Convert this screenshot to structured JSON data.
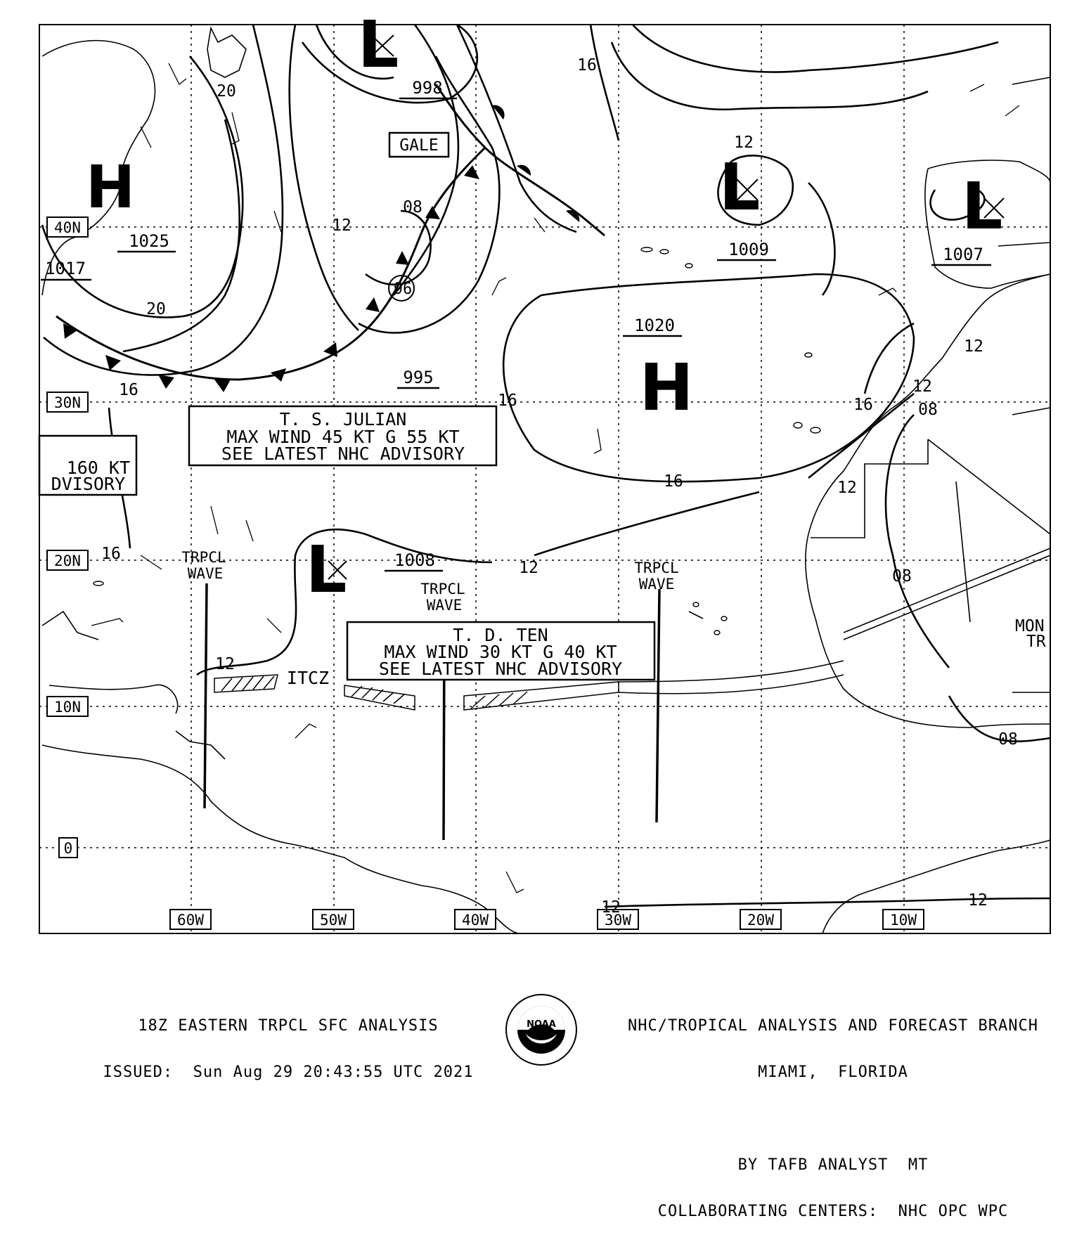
{
  "map": {
    "lat_labels": [
      "40N",
      "30N",
      "20N",
      "10N",
      "0"
    ],
    "lon_labels": [
      "60W",
      "50W",
      "40W",
      "30W",
      "20W",
      "10W"
    ],
    "highs": [
      {
        "symbol": "H",
        "pressure": "1025"
      },
      {
        "symbol": "H",
        "pressure": "1020"
      }
    ],
    "lows": [
      {
        "symbol": "L",
        "pressure": "998"
      },
      {
        "symbol": "L",
        "pressure": "1009"
      },
      {
        "symbol": "L",
        "pressure": "1007"
      },
      {
        "symbol": "L",
        "pressure": "1008"
      }
    ],
    "other_pressures": [
      "1017",
      "995"
    ],
    "storm_center_label": "96",
    "isobar_labels": [
      "20",
      "20",
      "12",
      "08",
      "16",
      "12",
      "16",
      "16",
      "16",
      "16",
      "12",
      "12",
      "08",
      "12",
      "12",
      "08",
      "12",
      "16",
      "12",
      "08",
      "12"
    ],
    "gale_label": "GALE",
    "itcz_label": "ITCZ",
    "waves": [
      {
        "line1": "TRPCL",
        "line2": "WAVE"
      },
      {
        "line1": "TRPCL",
        "line2": "WAVE"
      },
      {
        "line1": "TRPCL",
        "line2": "WAVE"
      }
    ],
    "julian_box": {
      "line1": "T. S. JULIAN",
      "line2": "MAX WIND 45 KT G 55 KT",
      "line3": "SEE LATEST NHC ADVISORY"
    },
    "ida_box": {
      "line1": "160 KT",
      "line2": "DVISORY"
    },
    "td_ten_box": {
      "line1": "T. D. TEN",
      "line2": "MAX WIND 30 KT G 40 KT",
      "line3": "SEE LATEST NHC ADVISORY"
    },
    "monsoon_label": {
      "line1": "MON",
      "line2": "TR"
    }
  },
  "footer": {
    "title": "18Z EASTERN TRPCL SFC ANALYSIS",
    "issued": "ISSUED:  Sun Aug 29 20:43:55 UTC 2021",
    "branch": "NHC/TROPICAL ANALYSIS AND FORECAST BRANCH",
    "location": "MIAMI,  FLORIDA",
    "analyst": "BY TAFB ANALYST  MT",
    "centers": "COLLABORATING CENTERS:  NHC OPC WPC",
    "logo_text": "NOAA"
  }
}
